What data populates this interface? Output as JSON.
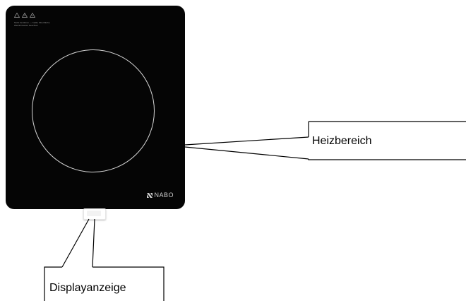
{
  "device": {
    "brand": "NABO",
    "icons": [
      "warning-triangle-icon",
      "warning-triangle-icon",
      "hot-surface-icon"
    ],
    "tiny_text": [
      "Nicht berühren — heiße Oberfläche",
      "Warnhinweise beachten"
    ]
  },
  "callouts": {
    "heating_area": "Heizbereich",
    "display": "Displayanzeige"
  },
  "colors": {
    "cooktop": "#050505",
    "heat_ring": "#d8d8d8",
    "callout_line": "#000000"
  }
}
